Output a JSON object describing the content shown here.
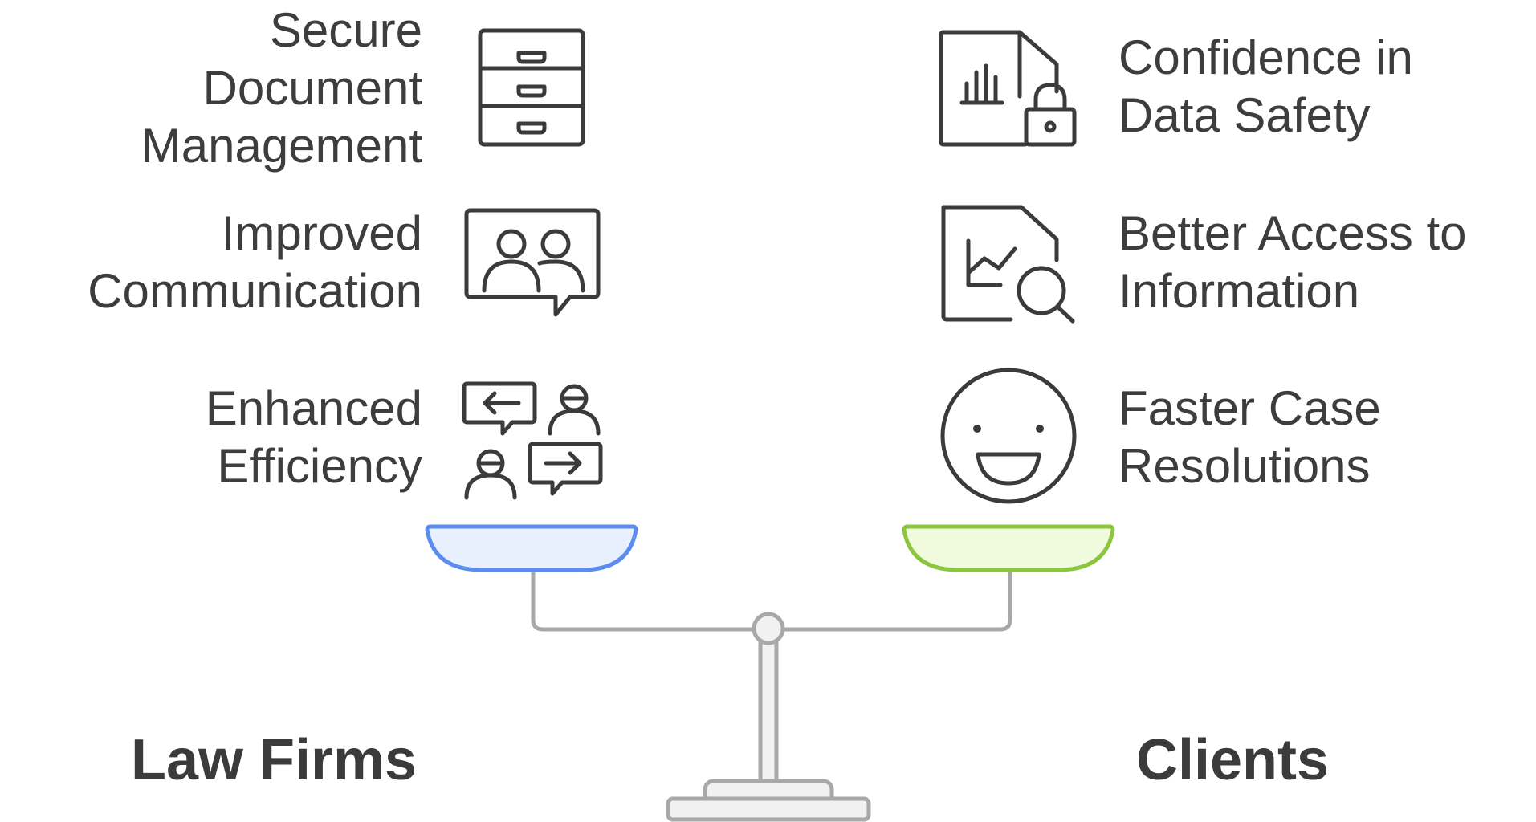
{
  "left_side": {
    "title": "Law Firms",
    "color": "#5b8def",
    "items": [
      {
        "line1": "Secure",
        "line2": "Document",
        "line3": "Management",
        "icon": "file-cabinet-icon"
      },
      {
        "line1": "Improved",
        "line2": "Communication",
        "icon": "people-chat-icon"
      },
      {
        "line1": "Enhanced",
        "line2": "Efficiency",
        "icon": "exchange-messages-icon"
      }
    ]
  },
  "right_side": {
    "title": "Clients",
    "color": "#8cc63f",
    "items": [
      {
        "line1": "Confidence in",
        "line2": "Data Safety",
        "icon": "secure-data-document-icon"
      },
      {
        "line1": "Better Access to",
        "line2": "Information",
        "icon": "document-search-icon"
      },
      {
        "line1": "Faster Case",
        "line2": "Resolutions",
        "icon": "smiley-face-icon"
      }
    ]
  }
}
